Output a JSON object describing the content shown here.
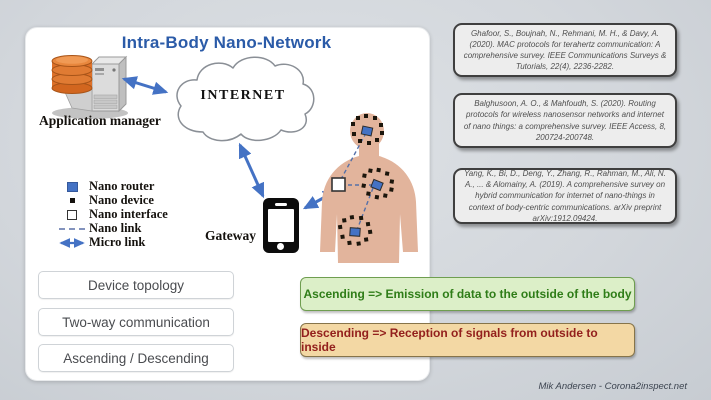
{
  "title": "Intra-Body Nano-Network",
  "diagram": {
    "application_manager_label": "Application manager",
    "internet_label": "INTERNET",
    "gateway_label": "Gateway"
  },
  "legend": {
    "items": [
      {
        "icon": "nano-router-swatch",
        "label": "Nano router"
      },
      {
        "icon": "nano-device-swatch",
        "label": "Nano device"
      },
      {
        "icon": "nano-interface-swatch",
        "label": "Nano interface"
      },
      {
        "icon": "nano-link-swatch",
        "label": "Nano link"
      },
      {
        "icon": "micro-link-swatch",
        "label": "Micro link"
      }
    ]
  },
  "buttons": [
    {
      "label": "Device topology"
    },
    {
      "label": "Two-way communication"
    },
    {
      "label": "Ascending / Descending"
    }
  ],
  "banners": {
    "ascending": {
      "text": "Ascending => Emission of data to the outside of the body",
      "bg": "#dcefc8",
      "border": "#6f9e50",
      "text_color": "#2f7d18"
    },
    "descending": {
      "text": "Descending => Reception of signals from outside to inside",
      "bg": "#f3d8a4",
      "border": "#86744a",
      "text_color": "#93201d"
    }
  },
  "citations": [
    {
      "text": "Ghafoor, S., Boujnah, N., Rehmani, M. H., & Davy, A. (2020). MAC protocols for terahertz communication: A comprehensive survey. IEEE Communications Surveys & Tutorials, 22(4), 2236-2282."
    },
    {
      "text": "Balghusoon, A. O., & Mahfoudh, S. (2020). Routing protocols for wireless nanosensor networks and internet of nano things: a comprehensive survey. IEEE Access, 8, 200724-200748."
    },
    {
      "text": "Yang, K., Bi, D., Deng, Y., Zhang, R., Rahman, M., Ali, N. A., ... & Alomainy, A. (2019). A comprehensive survey on hybrid communication for internet of nano-things in context of body-centric communications. arXiv preprint arXiv:1912.09424."
    }
  ],
  "attribution": "Mik Andersen - Corona2inspect.net",
  "colors": {
    "accent_blue": "#4472c4",
    "title_blue": "#2b5ba8",
    "skin": "#e2b49c",
    "background": "#d3d7dc"
  }
}
